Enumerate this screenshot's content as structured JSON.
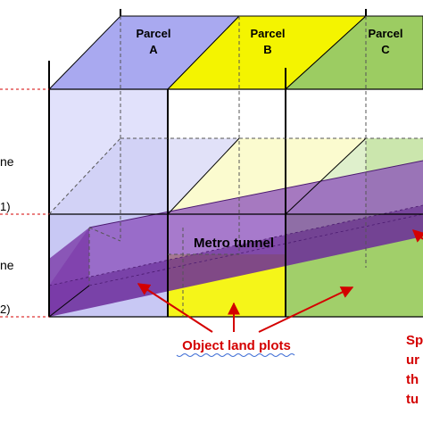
{
  "colors": {
    "parcel_a": "#a9a9f0",
    "parcel_b": "#f4f400",
    "parcel_c": "#9ccc62",
    "tunnel": "#7b3aa8",
    "annotation": "#d40000",
    "line": "#000000",
    "dashed": "#555555",
    "underline": "#3a6ad4"
  },
  "parcels": [
    {
      "title": "Parcel",
      "letter": "A"
    },
    {
      "title": "Parcel",
      "letter": "B"
    },
    {
      "title": "Parcel",
      "letter": "C"
    }
  ],
  "left_labels": {
    "upper_word": "ne",
    "upper_sub": "1)",
    "lower_word": "ne",
    "lower_sub": "2)"
  },
  "tunnel_label": "Metro tunnel",
  "object_plots_label": "Object land plots",
  "right_labels": [
    "Sp",
    "ur",
    "th",
    "tu"
  ]
}
